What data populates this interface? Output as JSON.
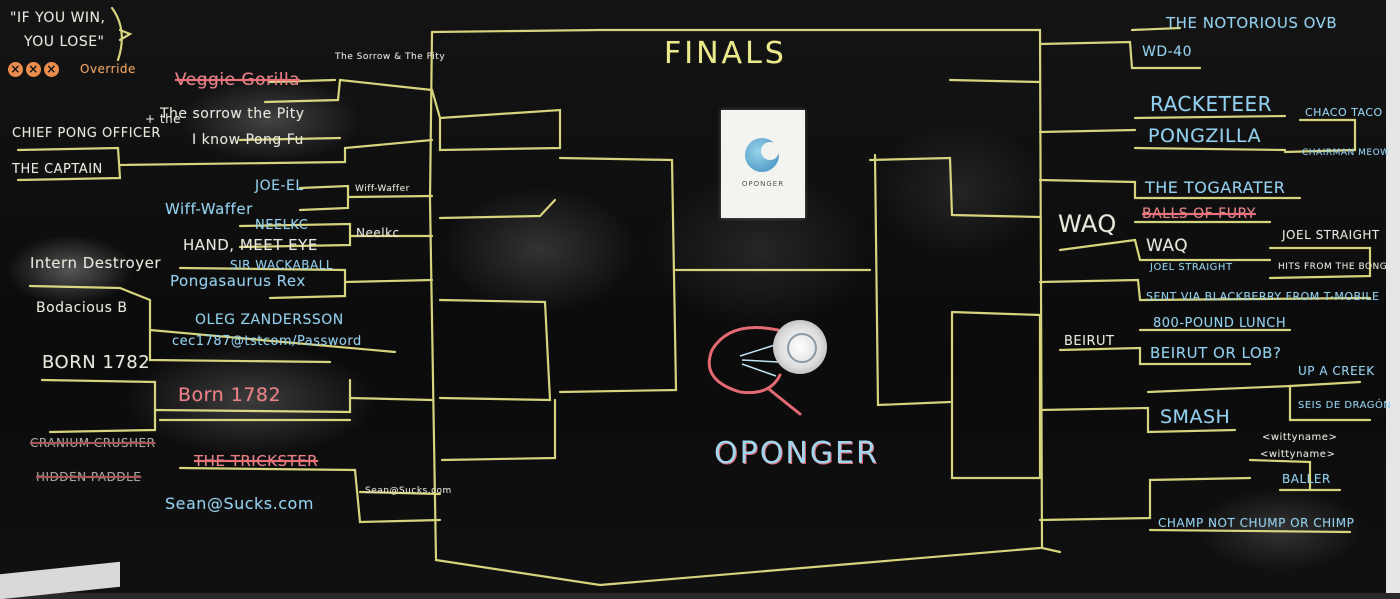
{
  "title": "FINALS",
  "brand": "OPONGER",
  "poster_text": "OPONGER",
  "rule_line1": "\"IF YOU WIN,",
  "rule_line2": "YOU LOSE\"",
  "override": "Override",
  "left": {
    "r1": [
      "Veggie Gorilla",
      "The sorrow the Pity",
      "CHIEF PONG OFFICER",
      "I know Pong Fu",
      "THE CAPTAIN",
      "JOE-EL",
      "Wiff-Waffer",
      "NEELKC",
      "HAND, MEET EYE",
      "SIR WACKABALL",
      "Pongasaurus Rex",
      "Intern Destroyer",
      "Bodacious B",
      "OLEG ZANDERSSON",
      "cec1787@tstcom/Password",
      "BORN 1782",
      "Born 1782",
      "CRANIUM CRUSHER",
      "HIDDEN PADDLE",
      "THE TRICKSTER",
      "Sean@Sucks.com"
    ],
    "r2": [
      "The Sorrow & The Pity",
      "Wiff-Waffer",
      "Neelkc",
      "Sean@Sucks.com"
    ],
    "plus": "+ the"
  },
  "right": {
    "r1": [
      "THE NOTORIOUS OVB",
      "WD-40",
      "RACKETEER",
      "CHACO TACO",
      "PONGZILLA",
      "CHAIRMAN MEOW",
      "THE TOGARATER",
      "BALLS OF FURY",
      "JOEL STRAIGHT",
      "WAQ",
      "JOEL STRAIGHT",
      "HITS FROM THE BONG",
      "SENT VIA BLACKBERRY FROM T-MOBILE",
      "800-POUND LUNCH",
      "BEIRUT OR LOB?",
      "UP A CREEK",
      "SMASH",
      "SEIS DE DRAGÓN",
      "<wittyname>",
      "<wittyname>",
      "BALLER",
      "CHAMP NOT CHUMP OR CHIMP"
    ],
    "r2": [
      "WAQ",
      "BEIRUT"
    ]
  },
  "colors": {
    "board": "#0b0b0b",
    "chalk_yellow": "#ece98a",
    "chalk_white": "#e9e7dc",
    "chalk_blue": "#8fd0f0",
    "chalk_pink": "#ee7f86",
    "chalk_orange": "#f2a05a"
  }
}
